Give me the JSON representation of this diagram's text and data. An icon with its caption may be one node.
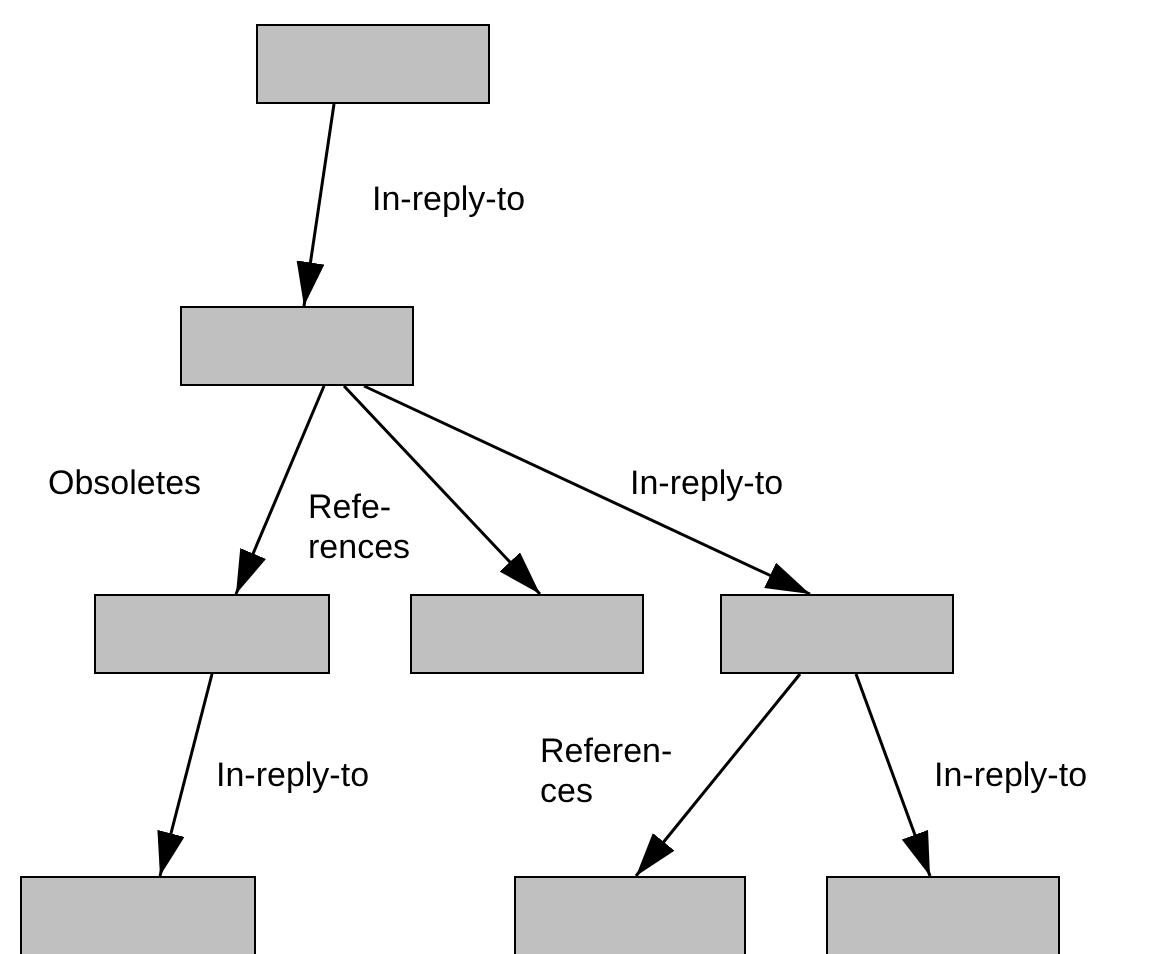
{
  "diagram": {
    "nodes": [
      {
        "text": [],
        "shape": "box"
      },
      {
        "text": [],
        "shape": "box"
      },
      {
        "text": [],
        "shape": "box"
      },
      {
        "text": [],
        "shape": "box"
      },
      {
        "text": [],
        "shape": "box"
      },
      {
        "text": [],
        "shape": "box"
      },
      {
        "text": [],
        "shape": "box"
      },
      {
        "text": [],
        "shape": "box"
      }
    ],
    "edges": [
      {
        "from": 0,
        "to": 1,
        "arrow": "to",
        "label": "In-reply-to"
      },
      {
        "from": 1,
        "to": 2,
        "arrow": "to",
        "label": "Obsoletes"
      },
      {
        "from": 1,
        "to": 3,
        "arrow": "to",
        "label": "Refe- rences"
      },
      {
        "from": 1,
        "to": 4,
        "arrow": "to",
        "label": "In-reply-to"
      },
      {
        "from": 2,
        "to": 5,
        "arrow": "to",
        "label": "In-reply-to"
      },
      {
        "from": 4,
        "to": 6,
        "arrow": "to",
        "label": "Referen- ces"
      },
      {
        "from": 4,
        "to": 7,
        "arrow": "to",
        "label": "In-reply-to"
      }
    ]
  }
}
